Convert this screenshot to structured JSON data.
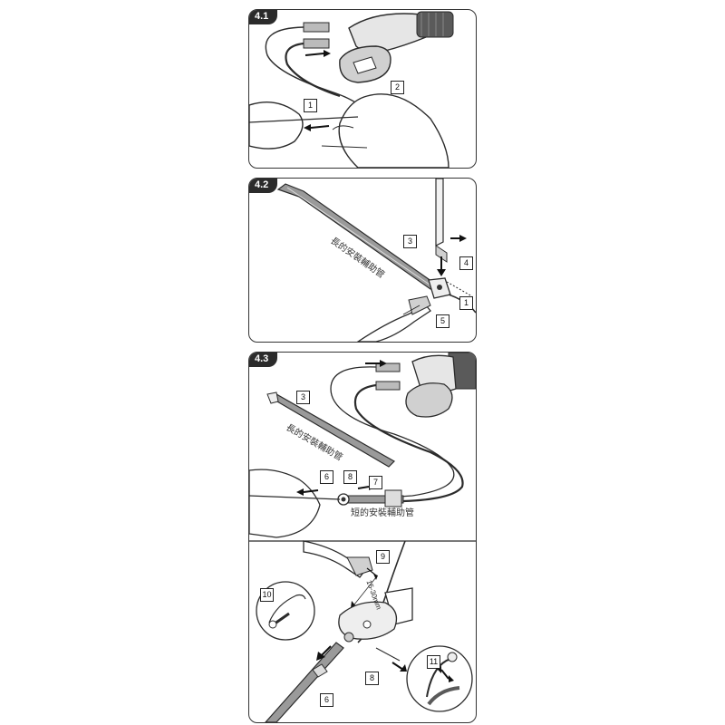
{
  "steps": {
    "s1": "4.1",
    "s2": "4.2",
    "s3": "4.3"
  },
  "callouts": {
    "c1": "1",
    "c2": "2",
    "c3": "3",
    "c4": "4",
    "c5": "5",
    "c6": "6",
    "c7": "7",
    "c8": "8",
    "c9": "9",
    "c10": "10",
    "c11": "11"
  },
  "captions": {
    "long_tube": "長的安裝輔助管",
    "short_tube": "短的安裝輔助管"
  },
  "dimension": "15-30mm",
  "colors": {
    "line": "#2b2b2b",
    "shade": "#9a9a9a",
    "light": "#d8d8d8"
  }
}
